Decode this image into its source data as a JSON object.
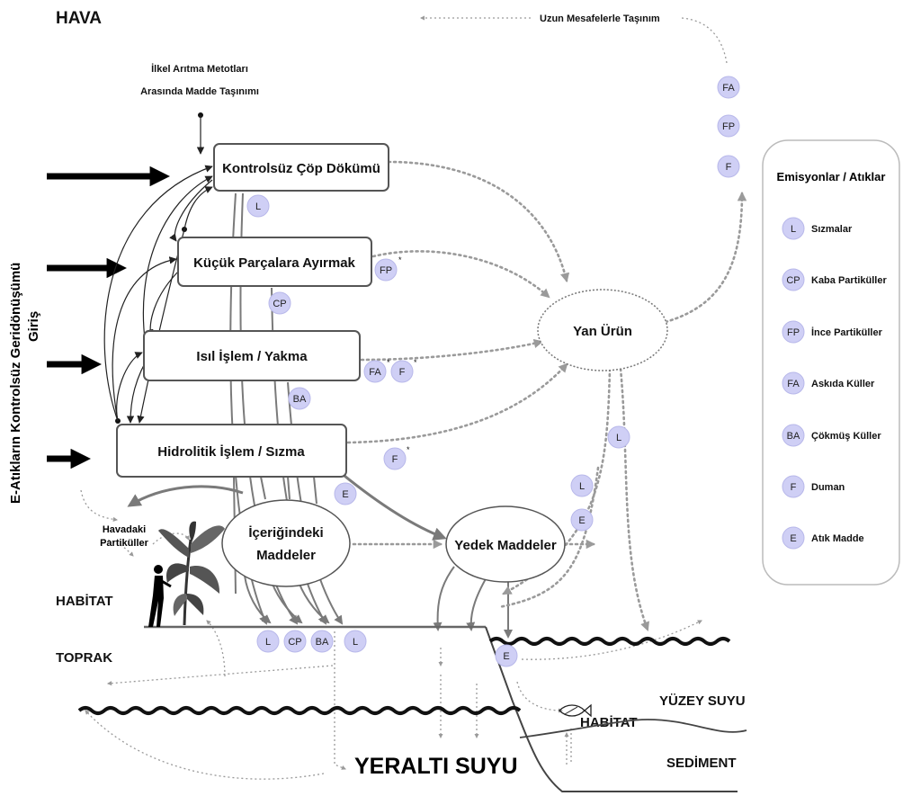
{
  "zones": {
    "air": "HAVA",
    "habitat": "HABİTAT",
    "soil": "TOPRAK",
    "groundwater": "YERALTI SUYU",
    "surface_water": "YÜZEY SUYU",
    "water_habitat": "HABİTAT",
    "sediment": "SEDİMENT"
  },
  "side_title": {
    "line1": "E-Atıkların Kontrolsüz Geridönüşümü",
    "line2": "Giriş"
  },
  "top_note": {
    "line1": "İlkel Arıtma Metotları",
    "line2": "Arasında Madde Taşınımı"
  },
  "long_distance": "Uzun Mesafelerle Taşınım",
  "airborne": {
    "line1": "Havadaki",
    "line2": "Partiküller"
  },
  "processes": [
    "Kontrolsüz Çöp Dökümü",
    "Küçük Parçalara Ayırmak",
    "Isıl İşlem / Yakma",
    "Hidrolitik İşlem / Sızma"
  ],
  "nodes": {
    "byproduct": "Yan Ürün",
    "contents_l1": "İçeriğindeki",
    "contents_l2": "Maddeler",
    "spare": "Yedek Maddeler"
  },
  "legend": {
    "title": "Emisyonlar / Atıklar",
    "items": [
      {
        "code": "L",
        "label": "Sızmalar"
      },
      {
        "code": "CP",
        "label": "Kaba Partiküller"
      },
      {
        "code": "FP",
        "label": "İnce Partiküller"
      },
      {
        "code": "FA",
        "label": "Askıda Küller"
      },
      {
        "code": "BA",
        "label": "Çökmüş Küller"
      },
      {
        "code": "F",
        "label": "Duman"
      },
      {
        "code": "E",
        "label": "Atık Madde"
      }
    ]
  },
  "badges": {
    "fa_top": "FA",
    "fp_top": "FP",
    "f_top": "F",
    "l_dump": "L",
    "cp_shred": "CP",
    "fp_shred": "FP",
    "fa_heat": "FA",
    "f_heat": "F",
    "ba_heat": "BA",
    "f_hydro": "F",
    "e_hydro": "E",
    "l_byproduct": "L",
    "l_spare": "L",
    "e_spare": "E",
    "l_soil1": "L",
    "cp_soil": "CP",
    "ba_soil": "BA",
    "l_soil2": "L",
    "e_water": "E"
  },
  "colors": {
    "badge_fill": "#cfcff5",
    "arrow_grey": "#9a9a9a",
    "box_stroke": "#555555"
  }
}
